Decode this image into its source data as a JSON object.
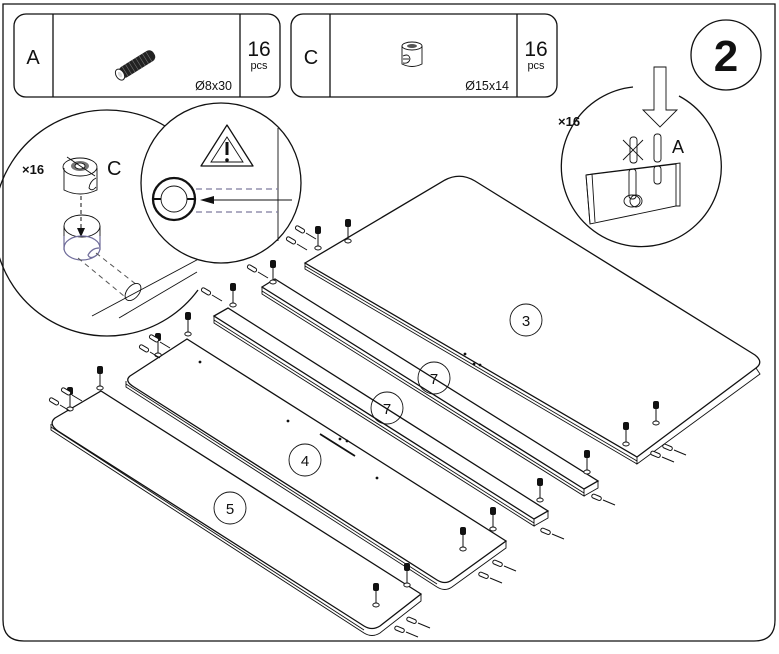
{
  "step": {
    "number": "2"
  },
  "parts": [
    {
      "letter": "A",
      "icon": "wooden-dowel-icon",
      "size": "Ø8x30",
      "quantity": "16",
      "unit": "pcs"
    },
    {
      "letter": "C",
      "icon": "cam-lock-nut-icon",
      "size": "Ø15x14",
      "quantity": "16",
      "unit": "pcs"
    }
  ],
  "detail_left": {
    "count": "×16",
    "part_letter": "C",
    "icon": "cam-lock-insert-icon"
  },
  "detail_warning": {
    "icon": "warning-triangle-icon",
    "hint": "cam-slot-alignment-icon"
  },
  "detail_right": {
    "count": "×16",
    "part_letter": "A",
    "icon": "dowel-insertion-icon"
  },
  "panel_labels": [
    "3",
    "7",
    "7",
    "4",
    "5"
  ]
}
